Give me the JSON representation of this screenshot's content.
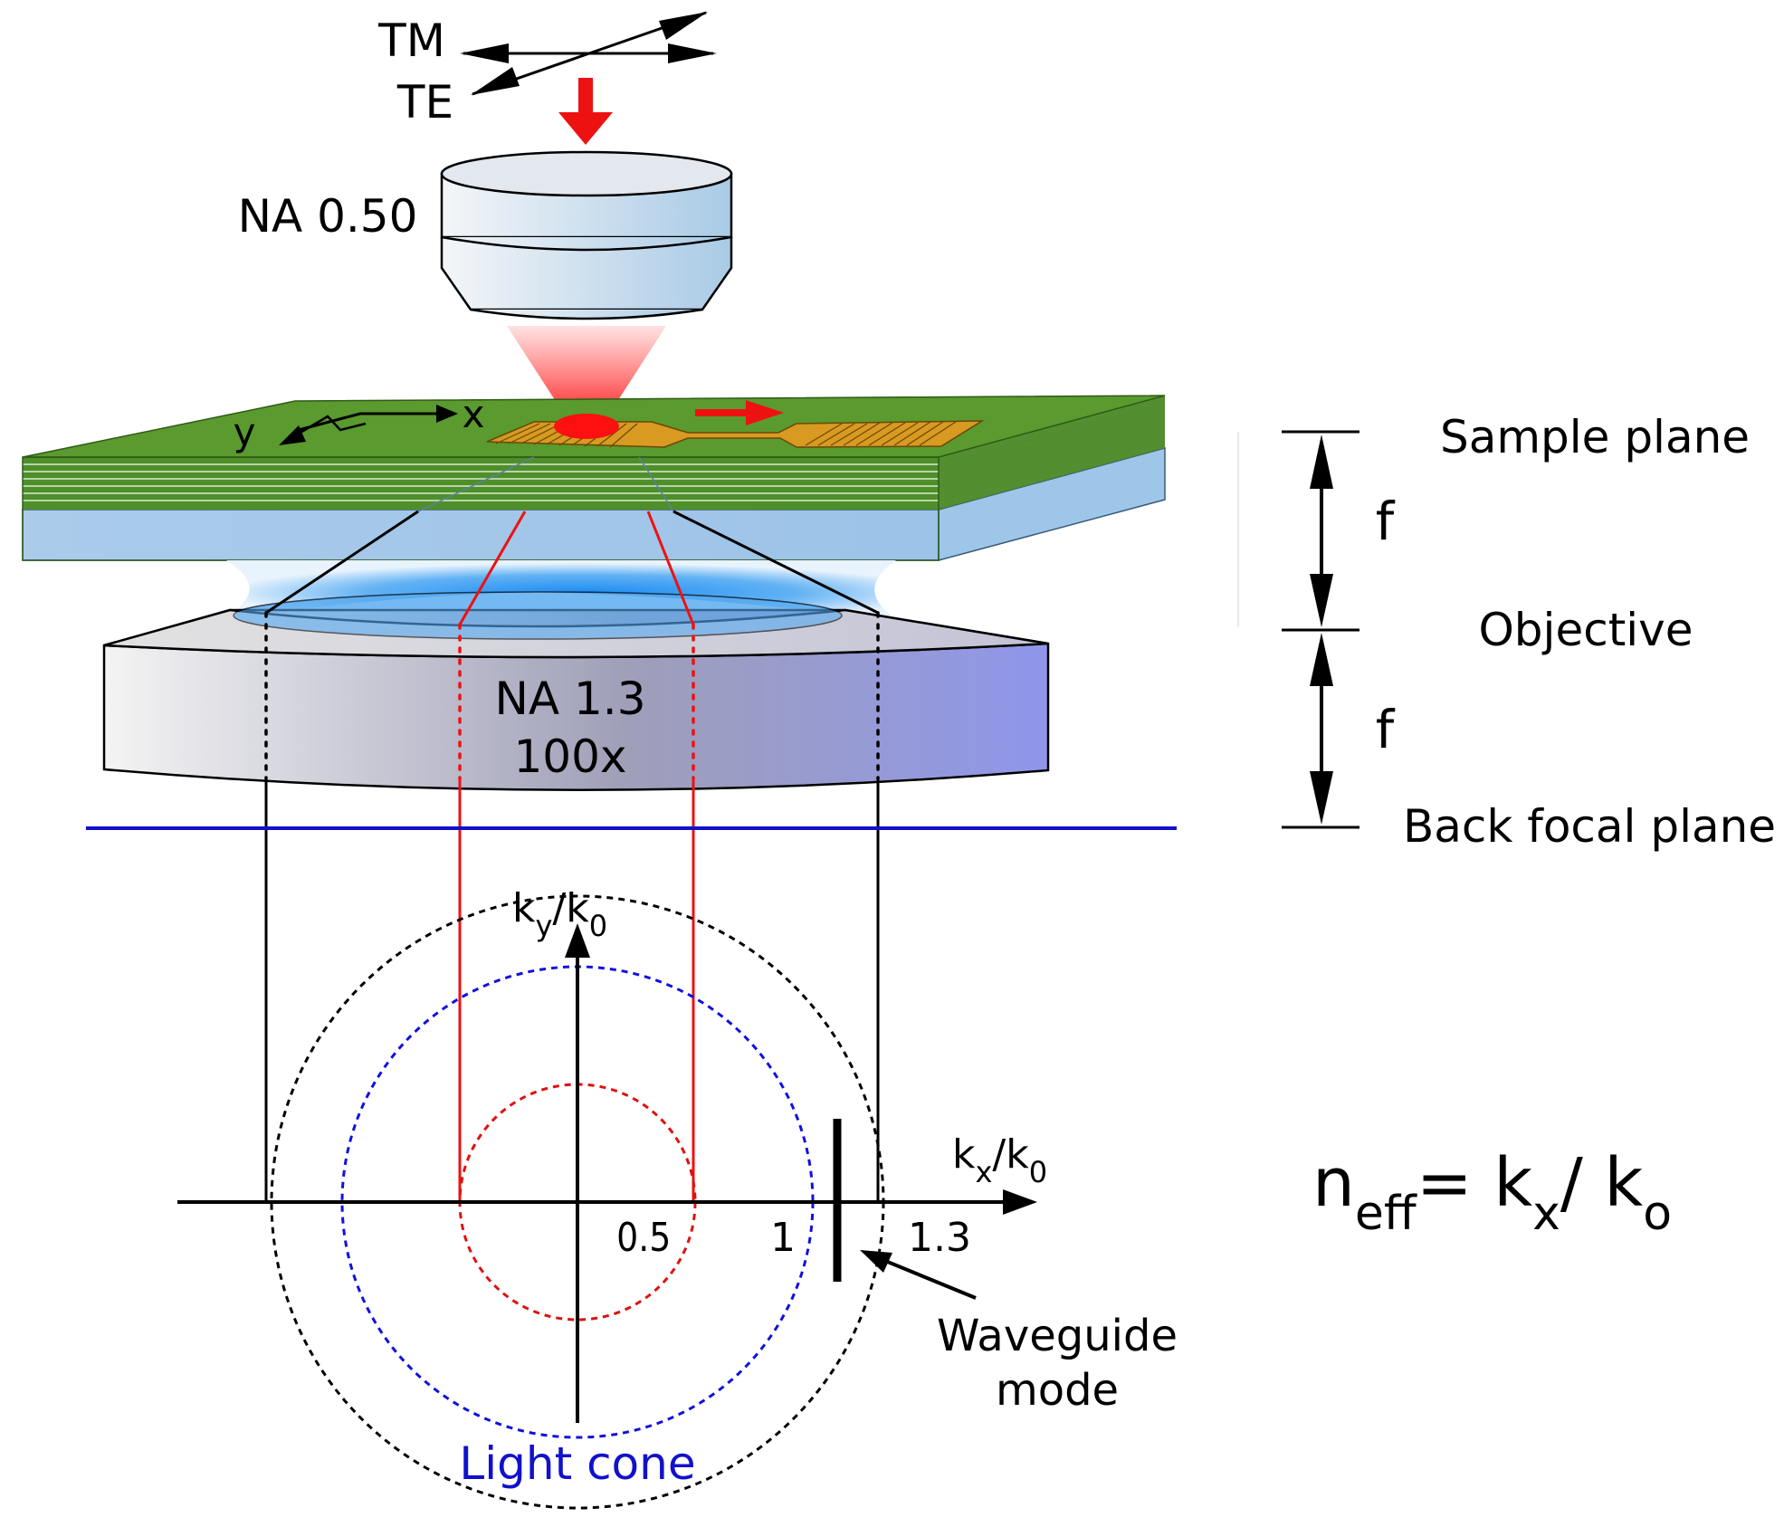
{
  "polarization": {
    "tm_label": "TM",
    "te_label": "TE"
  },
  "top_objective": {
    "na_label": "NA 0.50"
  },
  "sample": {
    "axis_x_label": "x",
    "axis_y_label": "y"
  },
  "main_objective": {
    "na_label": "NA 1.3",
    "magnification_label": "100x"
  },
  "planes": {
    "sample_plane": "Sample plane",
    "objective": "Objective",
    "back_focal_plane": "Back focal plane",
    "focal_length_upper": "f",
    "focal_length_lower": "f"
  },
  "bfp": {
    "ky_label_main": "k",
    "ky_label_sub": "y",
    "ky_label_denominator": "/k",
    "ky_label_denominator_sub": "0",
    "kx_label_main": "k",
    "kx_label_sub": "x",
    "kx_label_denominator": "/k",
    "kx_label_denominator_sub": "0",
    "tick_05": "0.5",
    "tick_1": "1",
    "tick_13": "1.3",
    "light_cone_label": "Light cone",
    "waveguide_label_line1": "Waveguide",
    "waveguide_label_line2": "mode",
    "circles": [
      {
        "radius_na": 0.5,
        "color": "#e01010"
      },
      {
        "radius_na": 1.0,
        "color": "#1010e0"
      },
      {
        "radius_na": 1.3,
        "color": "#000000"
      }
    ]
  },
  "equation": {
    "lhs_main": "n",
    "lhs_sub": "eff",
    "eq": "= k",
    "rhs_sub_x": "x",
    "slash": "/ k",
    "rhs_sub_0": "o"
  },
  "colors": {
    "laser_red": "#ee1111",
    "bfp_line_blue": "#1111cc",
    "sample_green": "#4a8a22",
    "substrate_blue": "#a8ccec",
    "gold": "#d89a20"
  }
}
